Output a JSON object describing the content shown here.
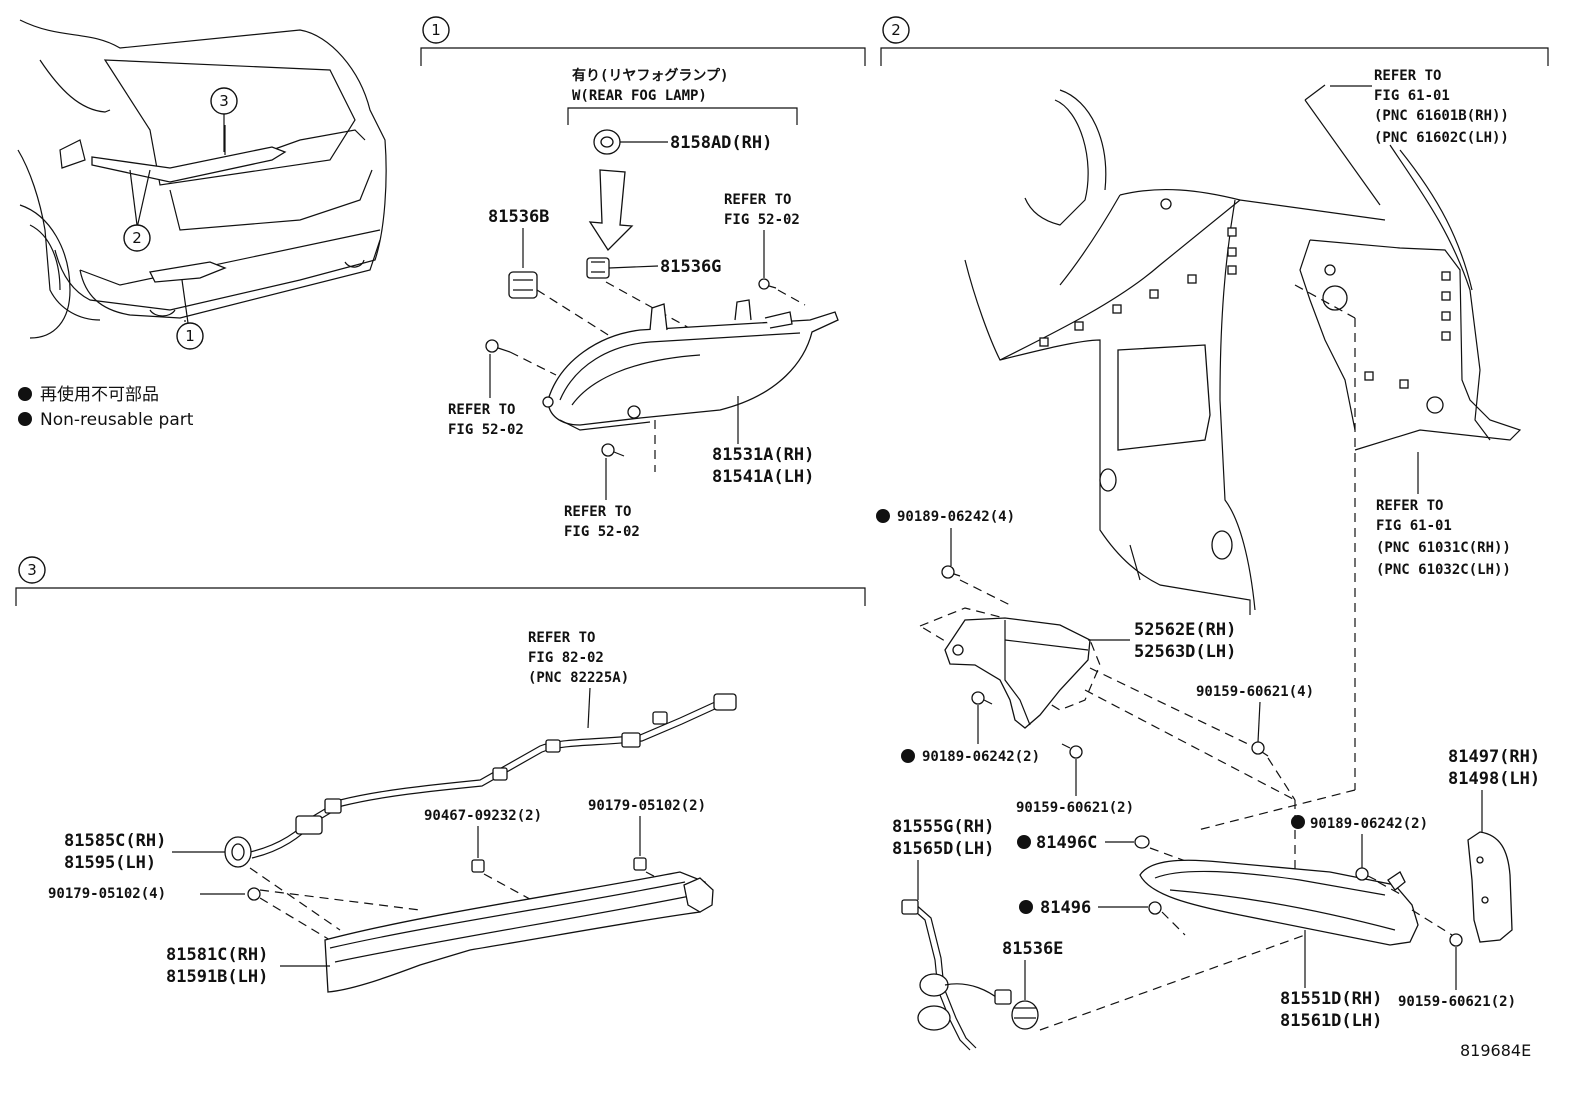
{
  "diagram_id": "819684E",
  "legend": {
    "jp": "再使用不可部品",
    "en": "Non-reusable part"
  },
  "sections": {
    "s1": "1",
    "s2": "2",
    "s3": "3"
  },
  "overview_callouts": [
    "3",
    "2",
    "1"
  ],
  "section1": {
    "option_jp": "有り(リヤフォグランプ)",
    "option_en": "W(REAR FOG LAMP)",
    "p8158ad": "8158AD(RH)",
    "p81536b": "81536B",
    "p81536g": "81536G",
    "refer_tr_1": "REFER TO",
    "refer_tr_2": "FIG 52-02",
    "refer_l_1": "REFER TO",
    "refer_l_2": "FIG 52-02",
    "refer_b_1": "REFER TO",
    "refer_b_2": "FIG 52-02",
    "p81531a": "81531A(RH)",
    "p81541a": "81541A(LH)"
  },
  "section2": {
    "refer_top_1": "REFER TO",
    "refer_top_2": "FIG 61-01",
    "refer_top_3": "(PNC 61601B(RH))",
    "refer_top_4": "(PNC 61602C(LH))",
    "refer_mid_1": "REFER TO",
    "refer_mid_2": "FIG 61-01",
    "refer_mid_3": "(PNC 61031C(RH))",
    "refer_mid_4": "(PNC 61032C(LH))",
    "p90189_4": "90189-06242(4)",
    "p52562e": "52562E(RH)",
    "p52563d": "52563D(LH)",
    "p90159_4": "90159-60621(4)",
    "p90189_2a": "90189-06242(2)",
    "p90159_2a": "90159-60621(2)",
    "p81555g": "81555G(RH)",
    "p81565d": "81565D(LH)",
    "p81496c": "81496C",
    "p81496": "81496",
    "p81536e": "81536E",
    "p90189_2b": "90189-06242(2)",
    "p81497": "81497(RH)",
    "p81498": "81498(LH)",
    "p81551d": "81551D(RH)",
    "p81561d": "81561D(LH)",
    "p90159_2b": "90159-60621(2)"
  },
  "section3": {
    "refer_1": "REFER TO",
    "refer_2": "FIG 82-02",
    "refer_3": "(PNC 82225A)",
    "p90467": "90467-09232(2)",
    "p90179_2": "90179-05102(2)",
    "p81585c": "81585C(RH)",
    "p81595": "81595(LH)",
    "p90179_4": "90179-05102(4)",
    "p81581c": "81581C(RH)",
    "p81591b": "81591B(LH)"
  }
}
